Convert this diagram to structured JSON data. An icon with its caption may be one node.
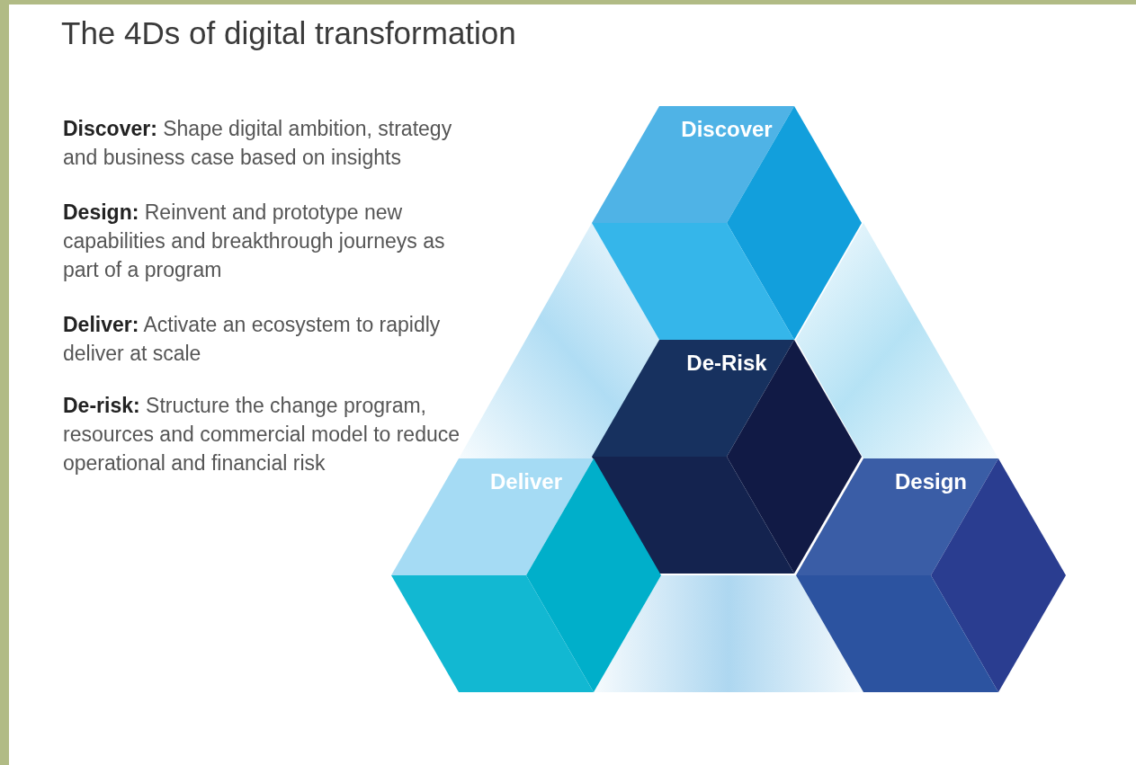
{
  "diagram": {
    "title": "The 4Ds of digital transformation",
    "nodes": [
      {
        "text": [
          "Discover"
        ]
      },
      {
        "text": [
          "De-Risk"
        ]
      },
      {
        "text": [
          "Deliver"
        ]
      },
      {
        "text": [
          "Design"
        ]
      }
    ],
    "labels": [
      "**Discover:** Shape digital ambition, strategy and business case based on insights",
      "**Design:** Reinvent and prototype new capabilities and breakthrough journeys as part of a program",
      "**Deliver:** Activate an ecosystem to rapidly deliver at scale",
      "**De-risk:** Structure the change program, resources and commercial model to reduce operational and financial risk"
    ]
  }
}
